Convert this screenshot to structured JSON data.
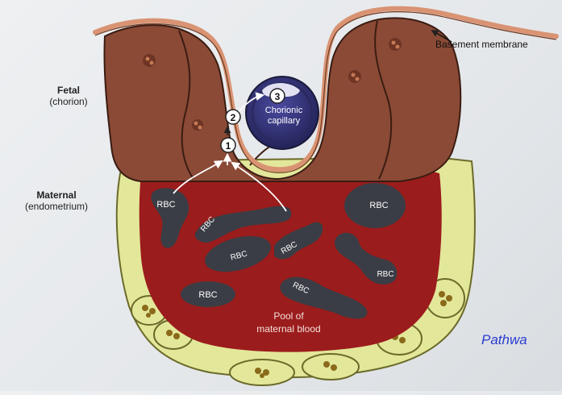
{
  "labels": {
    "basement_membrane": "Basement membrane",
    "fetal": "Fetal",
    "chorion": "(chorion)",
    "maternal": "Maternal",
    "endometrium": "(endometrium)",
    "chorionic": "Chorionic",
    "capillary": "capillary",
    "pool_line1": "Pool of",
    "pool_line2": "maternal blood",
    "rbc": "RBC",
    "caption": "Pathwa"
  },
  "steps": [
    "1",
    "2",
    "3"
  ],
  "colors": {
    "fetal_tissue": "#8b4a36",
    "maternal_blood": "#9b1c1c",
    "endometrium_cells": "#e3e79a",
    "rbc": "#3a3d45",
    "capillary": "#3d3c86",
    "membrane": "#d99373",
    "caption": "#2a3cd0"
  }
}
